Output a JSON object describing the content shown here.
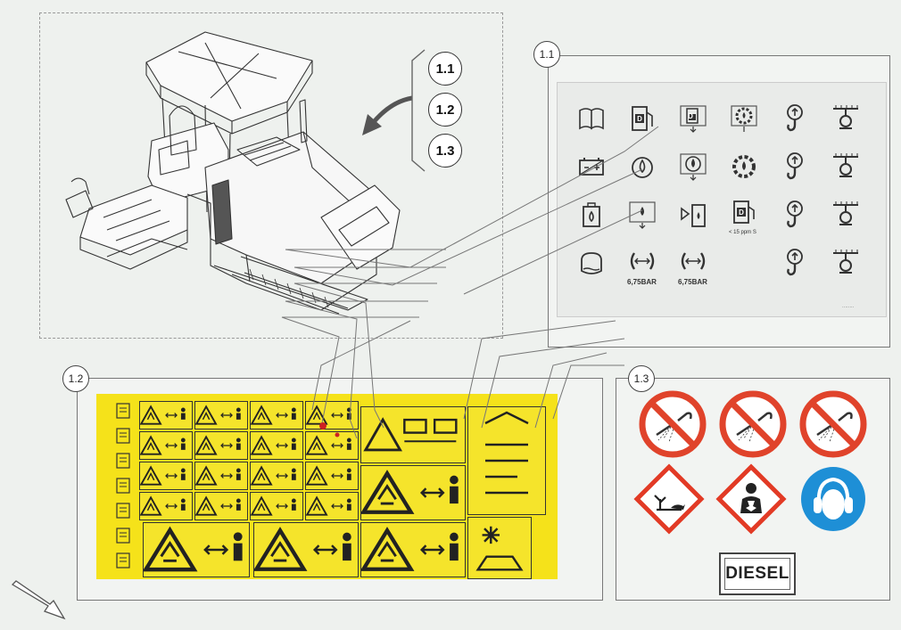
{
  "overview": {
    "callouts": [
      "1.1",
      "1.2",
      "1.3"
    ]
  },
  "panel_1_1": {
    "callout": "1.1",
    "icons": [
      {
        "name": "manual-book-icon"
      },
      {
        "name": "diesel-fuel-pump-icon",
        "letter": "D"
      },
      {
        "name": "diesel-fill-icon",
        "letter": "D"
      },
      {
        "name": "oil-gear-icon"
      },
      {
        "name": "lifting-hook-icon"
      },
      {
        "name": "tie-down-icon"
      },
      {
        "name": "battery-icon"
      },
      {
        "name": "oil-drop-icon"
      },
      {
        "name": "oil-drain-icon"
      },
      {
        "name": "gear-oil-icon"
      },
      {
        "name": "lifting-hook-icon"
      },
      {
        "name": "tie-down-icon"
      },
      {
        "name": "hydraulic-tank-icon"
      },
      {
        "name": "hydraulic-drain-icon"
      },
      {
        "name": "hydraulic-filter-icon"
      },
      {
        "name": "diesel-fuel-ppm-icon",
        "letter": "D",
        "sub": "< 15 ppm S"
      },
      {
        "name": "lifting-hook-icon"
      },
      {
        "name": "tie-down-icon"
      },
      {
        "name": "water-tank-icon"
      },
      {
        "name": "tire-pressure-icon",
        "sub": "6,75BAR"
      },
      {
        "name": "tire-pressure-icon",
        "sub": "6,75BAR"
      },
      {
        "name": "blank"
      },
      {
        "name": "lifting-hook-icon"
      },
      {
        "name": "tie-down-icon"
      }
    ]
  },
  "panel_1_2": {
    "callout": "1.2"
  },
  "panel_1_3": {
    "callout": "1.3",
    "diesel_label": "DIESEL"
  },
  "colors": {
    "sticker_yellow": "#f5e21a",
    "prohibition_red": "#e0432b",
    "mandatory_blue": "#1e8fd6",
    "ghs_red": "#e23a25"
  }
}
